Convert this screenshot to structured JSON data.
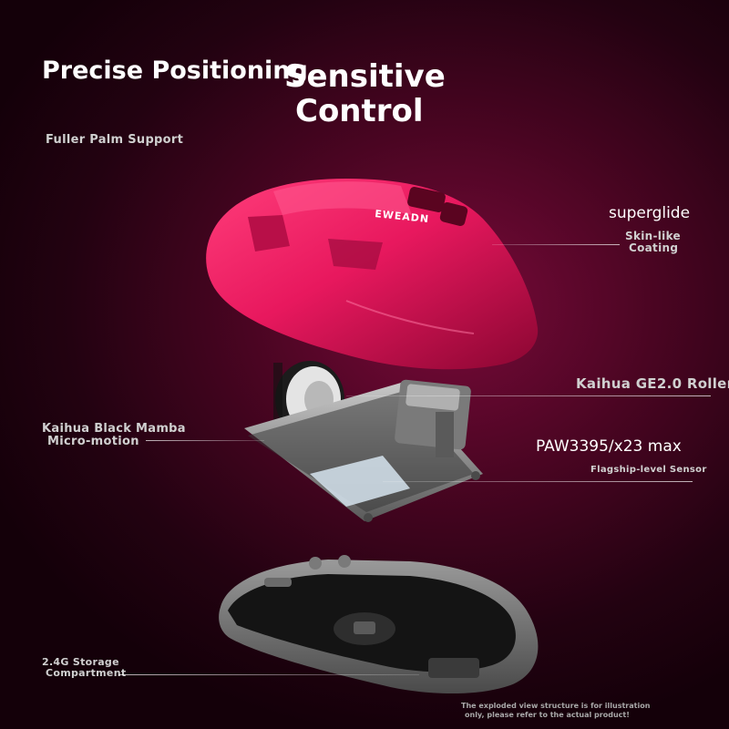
{
  "headline": {
    "line1": "Precise Positioning",
    "line2a": "Sensitive",
    "line2b": "Control"
  },
  "labels": {
    "palm": "Fuller Palm Support",
    "superglide": "superglide",
    "coating_1": "Skin-like",
    "coating_2": "Coating",
    "roller": "Kaihua GE2.0 Roller",
    "mamba_1": "Kaihua Black Mamba",
    "mamba_2": "Micro-motion",
    "sensor_model": "PAW3395/x23 max",
    "sensor_desc": "Flagship-level Sensor",
    "storage_1": "2.4G Storage",
    "storage_2": "Compartment"
  },
  "brand": "EWEADN",
  "disclaimer": {
    "line1": "The exploded view structure is for illustration",
    "line2": "only, please refer to the actual product!"
  },
  "colors": {
    "shell": "#e8185e",
    "background": "#4a0522",
    "frame": "#9a9a9a",
    "base": "#2a2a2a"
  }
}
